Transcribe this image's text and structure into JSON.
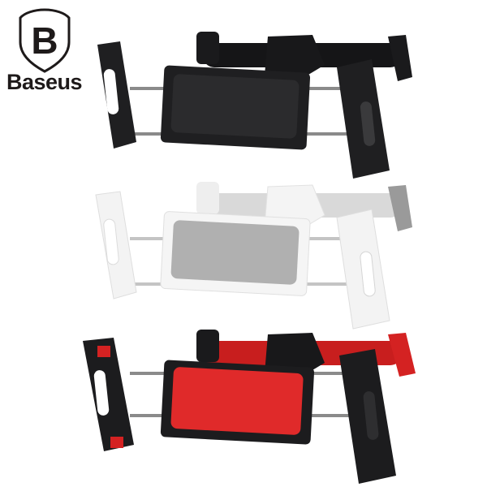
{
  "brand": {
    "name": "Baseus",
    "logo_letter": "B",
    "logo_color": "#1e1a1a"
  },
  "products": [
    {
      "variant": "black",
      "body_color": "#1f1f21",
      "pad_color": "#2b2b2d",
      "accent_color": "#1a1a1a",
      "rod_color": "#8a8a8a"
    },
    {
      "variant": "white",
      "body_color": "#f3f3f3",
      "pad_color": "#b0b0b0",
      "accent_color": "#9a9a9a",
      "rod_color": "#c9c9c9"
    },
    {
      "variant": "red",
      "body_color": "#1c1c1e",
      "pad_color": "#e02a2a",
      "accent_color": "#d42222",
      "rod_color": "#8a8a8a"
    }
  ]
}
